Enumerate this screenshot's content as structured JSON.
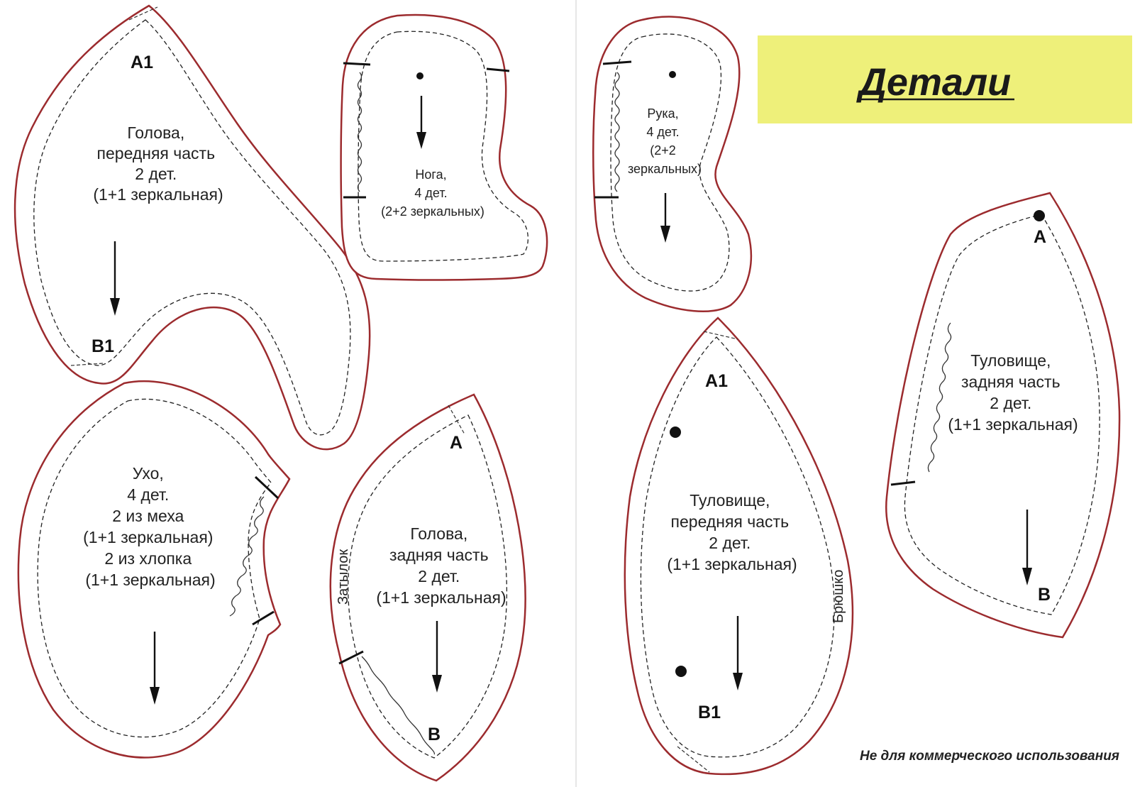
{
  "header": {
    "title": "Детали",
    "banner_color": "#eef07a"
  },
  "notice": "Не для коммерческого использования",
  "colors": {
    "cut_line": "#9c2b2e",
    "seam_line": "#222222"
  },
  "pieces": {
    "head_front": {
      "lines": [
        "Голова,",
        "передняя часть",
        "2 дет.",
        "(1+1 зеркальная)"
      ],
      "point_top": "А1",
      "point_bottom": "В1"
    },
    "leg": {
      "lines": [
        "Нога,",
        "4 дет.",
        "(2+2 зеркальных)"
      ]
    },
    "arm": {
      "lines": [
        "Рука,",
        "4 дет.",
        "(2+2",
        "зеркальных)"
      ]
    },
    "ear": {
      "lines": [
        "Ухо,",
        "4 дет.",
        "2 из меха",
        "(1+1 зеркальная)",
        "2 из хлопка",
        "(1+1 зеркальная)"
      ]
    },
    "head_back": {
      "lines": [
        "Голова,",
        "задняя часть",
        "2 дет.",
        "(1+1 зеркальная)"
      ],
      "point_top": "А",
      "point_bottom": "В",
      "side_label": "Затылок"
    },
    "body_front": {
      "lines": [
        "Туловище,",
        "передняя часть",
        "2 дет.",
        "(1+1 зеркальная)"
      ],
      "point_top": "А1",
      "point_bottom": "В1",
      "side_label": "Брюшко"
    },
    "body_back": {
      "lines": [
        "Туловище,",
        "задняя часть",
        "2 дет.",
        "(1+1 зеркальная)"
      ],
      "point_top": "А",
      "point_bottom": "В"
    }
  }
}
